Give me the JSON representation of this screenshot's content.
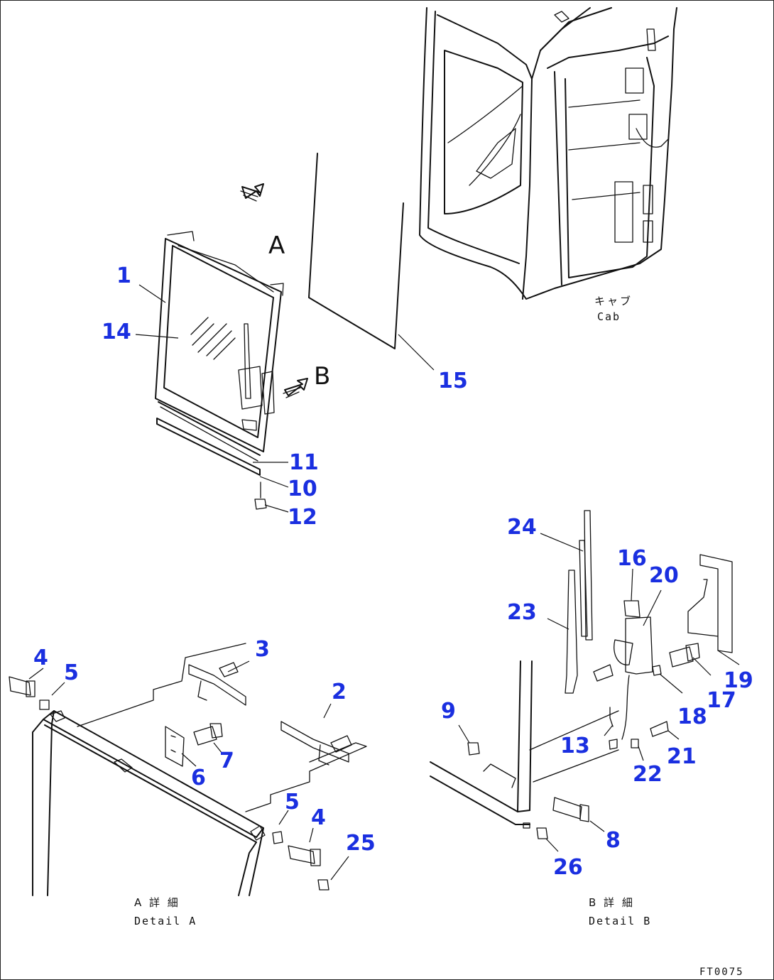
{
  "callouts": {
    "c1": "1",
    "c2": "2",
    "c3": "3",
    "c4a": "4",
    "c4b": "4",
    "c5a": "5",
    "c5b": "5",
    "c6": "6",
    "c7": "7",
    "c8": "8",
    "c9": "9",
    "c10": "10",
    "c11": "11",
    "c12": "12",
    "c13": "13",
    "c14": "14",
    "c15": "15",
    "c16": "16",
    "c17": "17",
    "c18": "18",
    "c19": "19",
    "c20": "20",
    "c21": "21",
    "c22": "22",
    "c23": "23",
    "c24": "24",
    "c25": "25",
    "c26": "26"
  },
  "view_markers": {
    "a": "A",
    "b": "B"
  },
  "captions": {
    "cab_jp": "キャブ",
    "cab_en": "Cab",
    "detail_a_jp": "A 詳 細",
    "detail_a_en": "Detail A",
    "detail_b_jp": "B 詳 細",
    "detail_b_en": "Detail B"
  },
  "figure_number": "FT0075",
  "colors": {
    "callout": "#1a2fe0",
    "line": "#111111"
  }
}
